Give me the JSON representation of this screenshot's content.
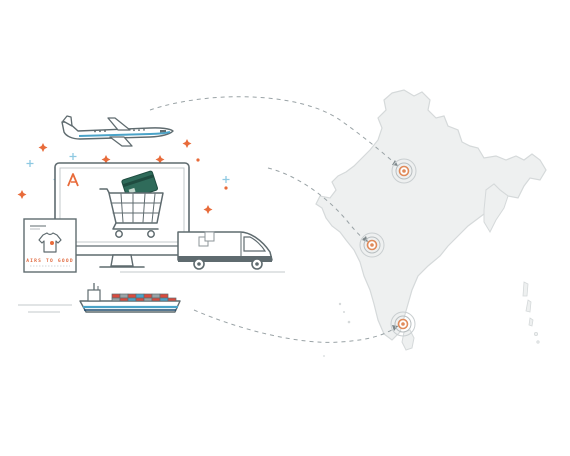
{
  "illustration": {
    "tee_card_caption": "AIRS TO GOOD",
    "logo_glyph": "A",
    "colors": {
      "outline": "#5f6b6f",
      "accent_orange": "#e86b3a",
      "accent_blue": "#4aa3c8",
      "sparkle_blue": "#8ec9e2",
      "ship_red": "#d84b3e",
      "card_green": "#2f6b5a",
      "map_fill": "#eef0f0",
      "map_stroke": "#d5d9da",
      "route_dash": "#9aa3a6",
      "pin_orange": "#e08a5a"
    },
    "icons": [
      "airplane-icon",
      "shopping-cart-icon",
      "credit-card-icon",
      "delivery-van-icon",
      "cargo-ship-icon",
      "t-shirt-icon",
      "location-pin-icon"
    ],
    "destinations": [
      {
        "name": "north-destination"
      },
      {
        "name": "west-destination"
      },
      {
        "name": "south-destination"
      }
    ]
  }
}
